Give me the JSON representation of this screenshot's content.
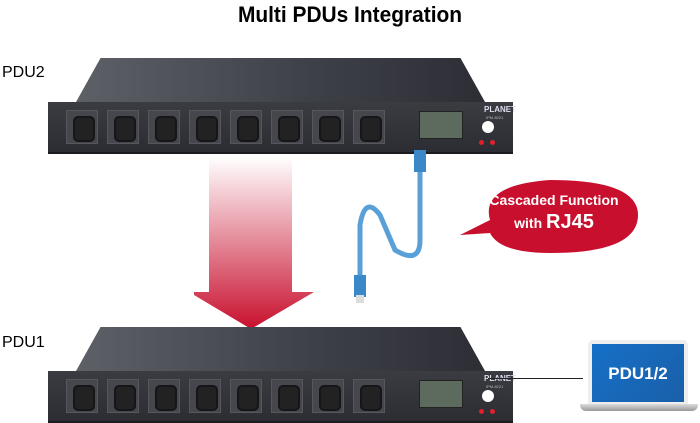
{
  "title": "Multi PDUs Integration",
  "pdus": [
    {
      "label": "PDU2",
      "brand": "PLANET",
      "model": "IPM-8221",
      "outlets": 8
    },
    {
      "label": "PDU1",
      "brand": "PLANET",
      "model": "IPM-8221",
      "outlets": 8
    }
  ],
  "callout": {
    "line1": "Cascaded Function",
    "line2_prefix": "with",
    "line2_emphasis": "RJ45"
  },
  "laptop": {
    "screen_text": "PDU1/2"
  },
  "colors": {
    "callout": "#c8102e",
    "arrow": "#c8102e",
    "cable": "#5aa0d8",
    "screen": "#1670c8"
  }
}
